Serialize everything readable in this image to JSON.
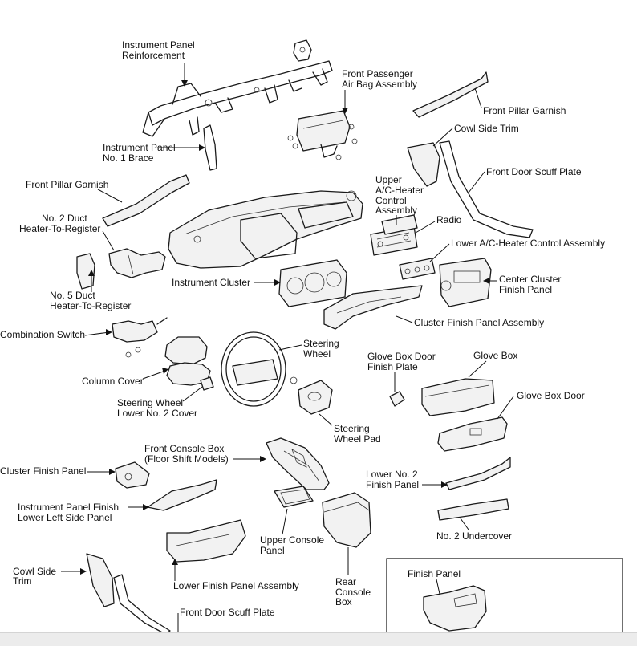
{
  "labels": {
    "ip_reinforcement_1": "Instrument Panel",
    "ip_reinforcement_2": "Reinforcement",
    "passenger_airbag_1": "Front Passenger",
    "passenger_airbag_2": "Air Bag Assembly",
    "front_pillar_garnish_right": "Front Pillar Garnish",
    "cowl_side_trim_top": "Cowl Side Trim",
    "front_door_scuff_plate_top": "Front Door Scuff Plate",
    "ip_brace_1": "Instrument Panel",
    "ip_brace_2": "No. 1 Brace",
    "front_pillar_garnish_left": "Front Pillar Garnish",
    "upper_ac_1": "Upper",
    "upper_ac_2": "A/C-Heater",
    "upper_ac_3": "Control",
    "upper_ac_4": "Assembly",
    "radio": "Radio",
    "lower_ac": "Lower A/C-Heater Control Assembly",
    "no2_duct_1": "No. 2 Duct",
    "no2_duct_2": "Heater-To-Register",
    "instrument_cluster": "Instrument Cluster",
    "center_cluster_1": "Center Cluster",
    "center_cluster_2": "Finish Panel",
    "no5_duct_1": "No. 5 Duct",
    "no5_duct_2": "Heater-To-Register",
    "cluster_finish_panel_assembly": "Cluster Finish Panel Assembly",
    "combination_switch": "Combination Switch",
    "steering_wheel_1": "Steering",
    "steering_wheel_2": "Wheel",
    "glove_box_door_finish_1": "Glove Box Door",
    "glove_box_door_finish_2": "Finish Plate",
    "glove_box": "Glove Box",
    "column_cover": "Column Cover",
    "glove_box_door": "Glove Box Door",
    "sw_lower_cover_1": "Steering Wheel",
    "sw_lower_cover_2": "Lower No. 2 Cover",
    "steering_wheel_pad_1": "Steering",
    "steering_wheel_pad_2": "Wheel Pad",
    "front_console_1": "Front Console Box",
    "front_console_2": "(Floor Shift Models)",
    "cluster_finish_panel": "Cluster Finish Panel",
    "lower_no2_finish_1": "Lower No. 2",
    "lower_no2_finish_2": "Finish Panel",
    "ip_finish_lower_left_1": "Instrument Panel Finish",
    "ip_finish_lower_left_2": "Lower Left Side Panel",
    "no2_undercover": "No. 2 Undercover",
    "upper_console_1": "Upper Console",
    "upper_console_2": "Panel",
    "cowl_side_trim_bottom_1": "Cowl Side",
    "cowl_side_trim_bottom_2": "Trim",
    "lower_finish_panel_assembly": "Lower Finish Panel Assembly",
    "rear_console_1": "Rear",
    "rear_console_2": "Console",
    "rear_console_3": "Box",
    "finish_panel": "Finish Panel",
    "front_door_scuff_plate_bottom": "Front Door Scuff Plate"
  }
}
